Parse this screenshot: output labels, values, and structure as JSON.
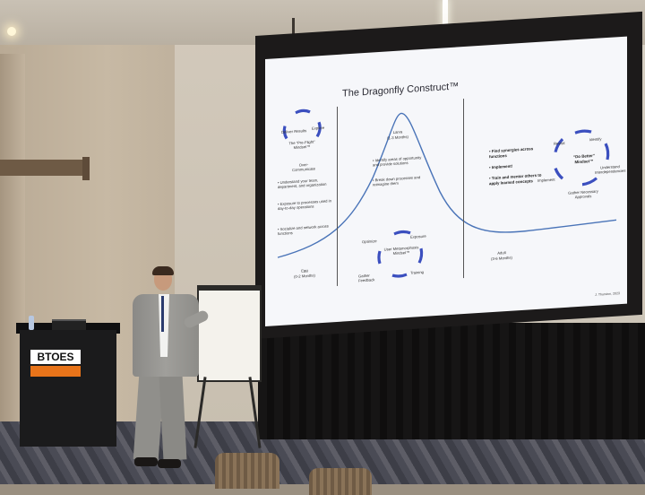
{
  "slide": {
    "title": "The Dragonfly Construct™",
    "credit": "J. Thurston, 2023",
    "left": {
      "cycle_top_right": "Explore",
      "cycle_top_left": "Deliver Results",
      "cycle_center": "The “Pre-Flight” Mindset™",
      "cycle_bottom": "Over-Communicate",
      "bullets": [
        "Understand your team, department, and organization",
        "Exposure to processes used in day-to-day operations",
        "Socialize and network across functions"
      ],
      "stage_label": "Egg",
      "stage_duration": "(0-2 Months)"
    },
    "middle": {
      "stage_label": "Larva",
      "stage_duration": "(1-3 Months)",
      "bullets": [
        "Identify areas of opportunity and provide solutions",
        "Break down processes and reimagine them"
      ],
      "cycle_left": "Optimize",
      "cycle_right": "Exposure",
      "cycle_center": "User Metamorphosis Mindset™",
      "cycle_bottom_left": "Gather Feedback",
      "cycle_bottom_right": "Training"
    },
    "right": {
      "bullets": [
        "Find synergies across functions",
        "Implement!",
        "Train and mentor others to apply learned concepts"
      ],
      "cycle_top_left": "Revisit",
      "cycle_top_right": "Identify",
      "cycle_center": "“Do Better” Mindset™",
      "cycle_right": "Understand Interdependencies",
      "cycle_left": "Implement",
      "cycle_bottom": "Gather Necessary Approvals",
      "stage_label": "Adult",
      "stage_duration": "(3-6 Months)"
    }
  },
  "podium": {
    "logo": "BTOES",
    "logo_accent": "#e8741a"
  },
  "colors": {
    "arrow": "#3b4fbf",
    "slide_bg": "#f6f7fa"
  }
}
